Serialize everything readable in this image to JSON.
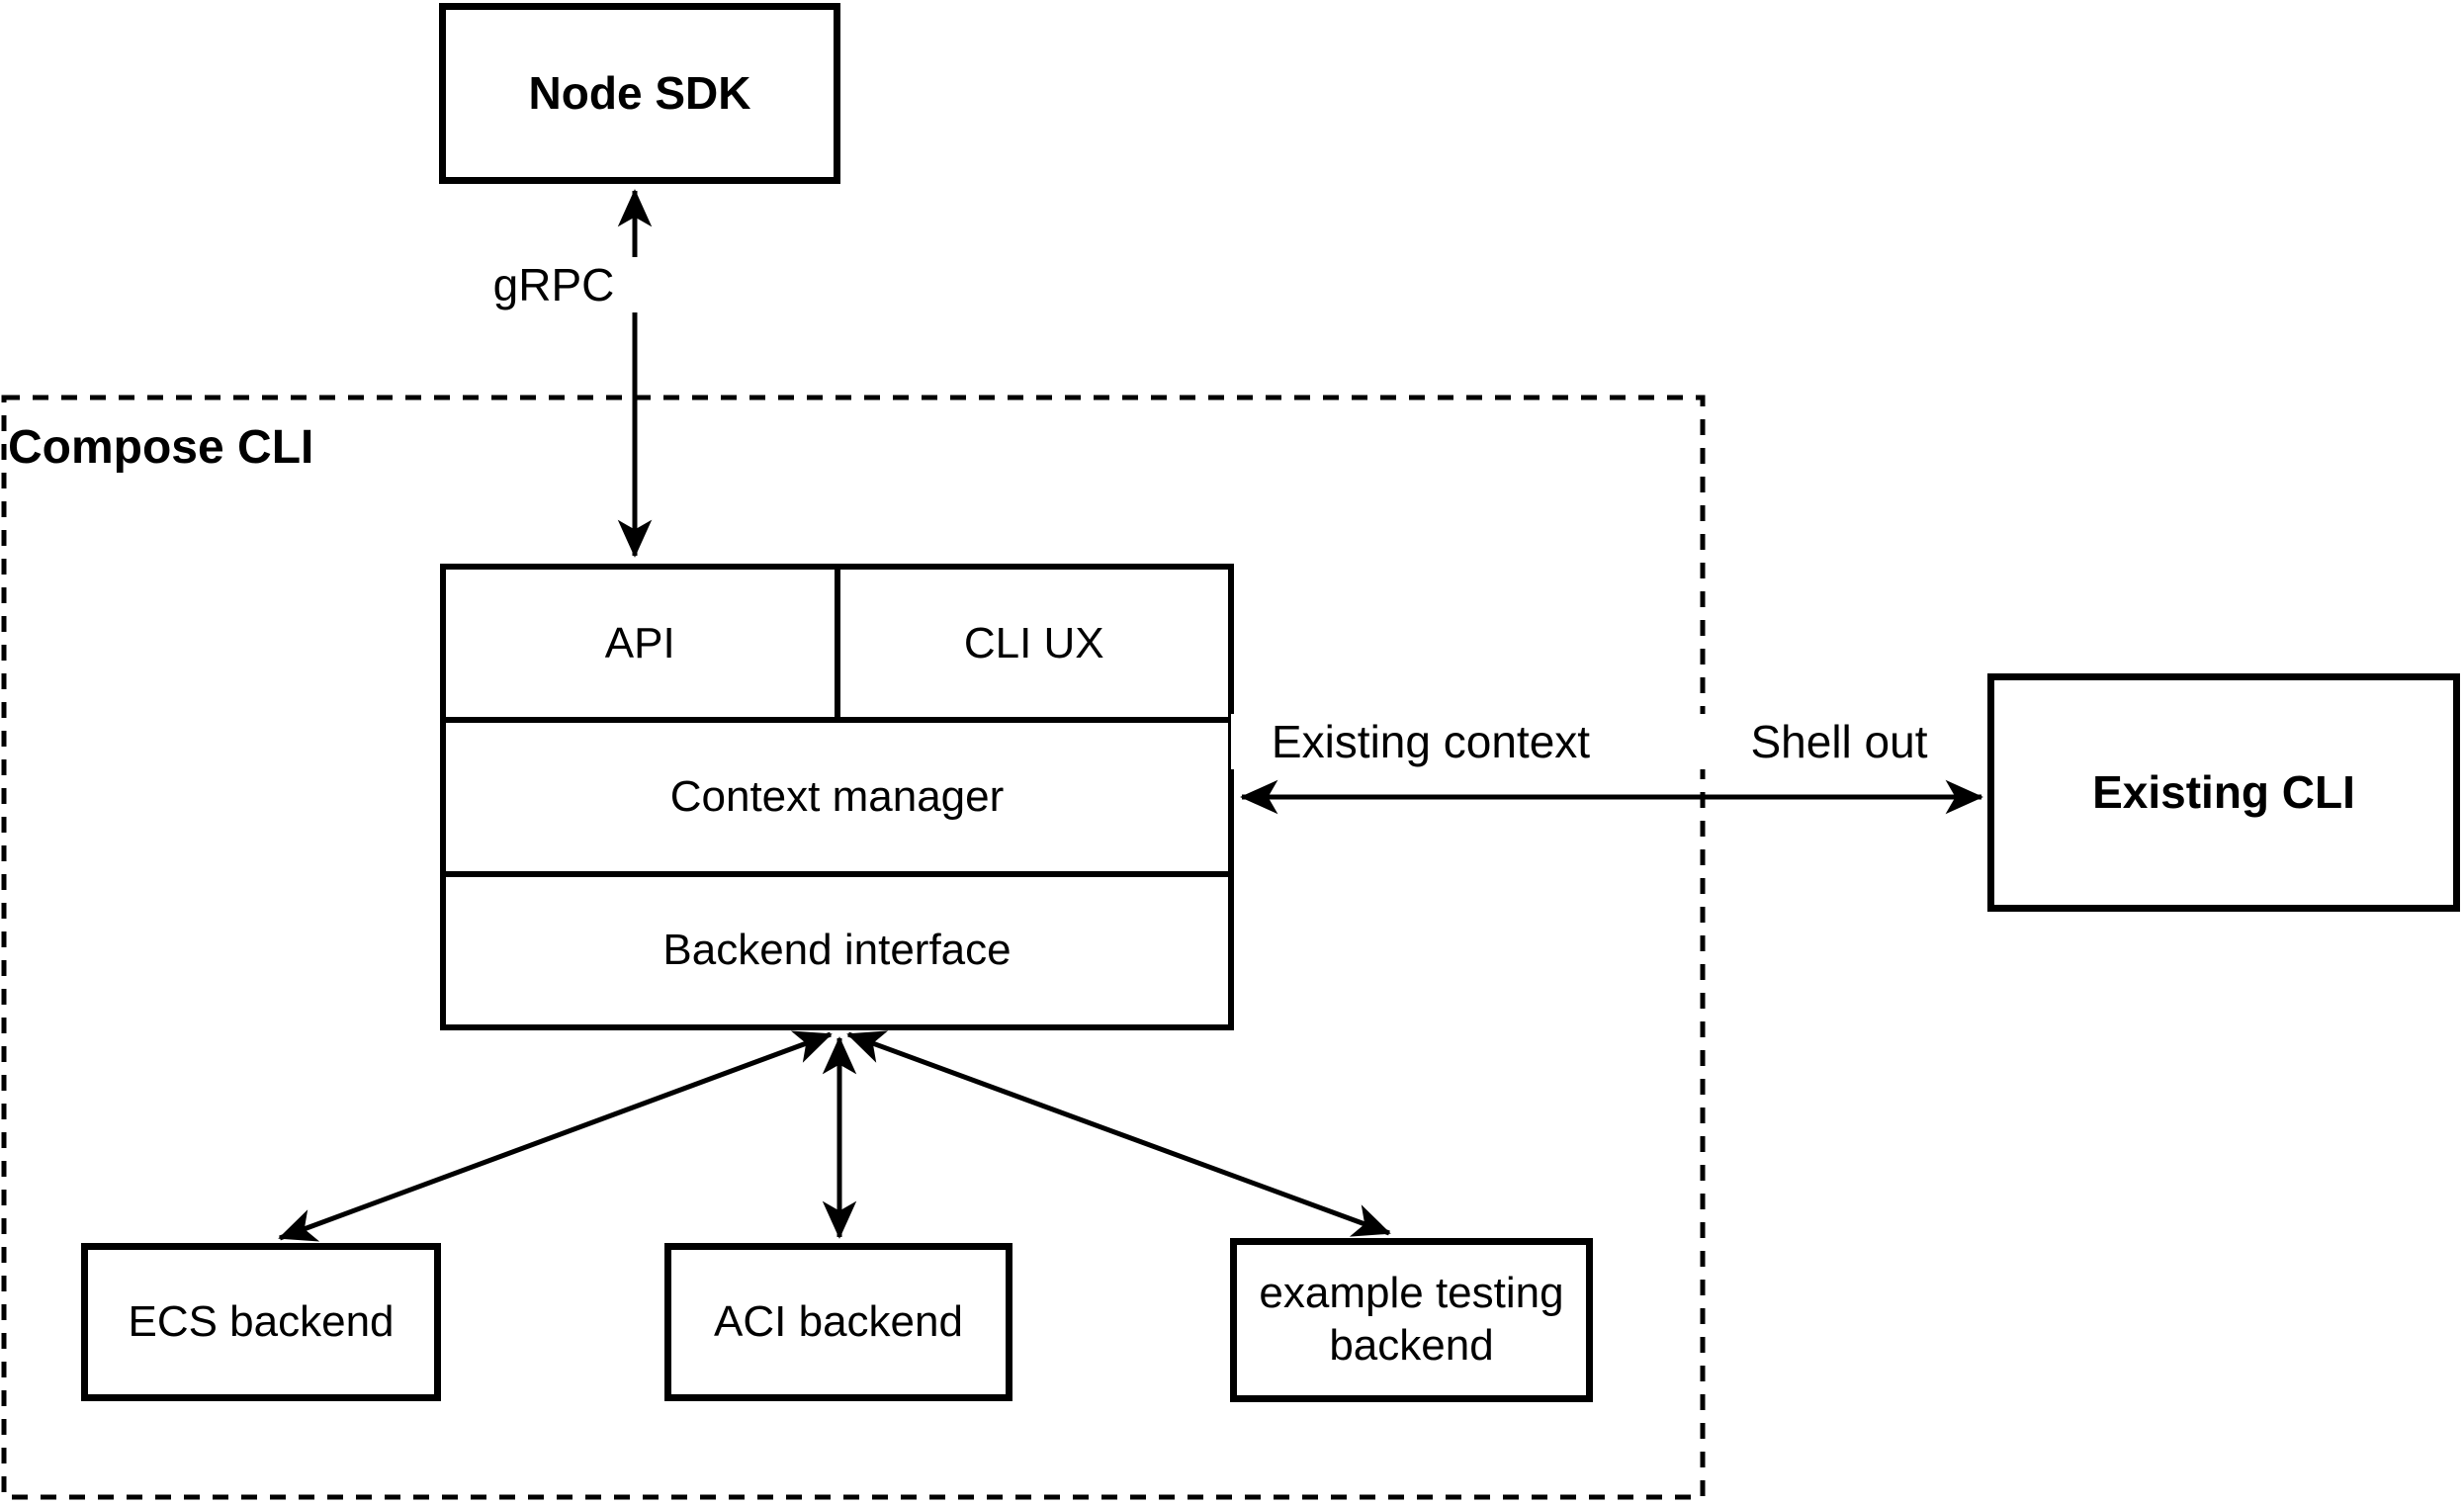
{
  "diagram_type": "architecture-diagram",
  "colors": {
    "stroke": "#000000",
    "background": "#ffffff",
    "text": "#000000"
  },
  "nodes": {
    "node_sdk": {
      "label": "Node SDK"
    },
    "compose_cli_container": {
      "label": "Compose CLI"
    },
    "api": {
      "label": "API"
    },
    "cli_ux": {
      "label": "CLI UX"
    },
    "context_manager": {
      "label": "Context manager"
    },
    "backend_interface": {
      "label": "Backend interface"
    },
    "ecs_backend": {
      "label": "ECS backend"
    },
    "aci_backend": {
      "label": "ACI backend"
    },
    "example_testing_backend": {
      "label": "example testing backend"
    },
    "existing_cli": {
      "label": "Existing CLI"
    }
  },
  "edge_labels": {
    "grpc": {
      "label": "gRPC"
    },
    "existing_context": {
      "label": "Existing context"
    },
    "shell_out": {
      "label": "Shell out"
    }
  },
  "edges": [
    {
      "from": "node_sdk",
      "to": "api",
      "label": "gRPC",
      "style": "double-headed-arrow"
    },
    {
      "from": "context_manager",
      "to": "existing_cli",
      "labels": [
        "Existing context",
        "Shell out"
      ],
      "style": "double-headed-arrow"
    },
    {
      "from": "backend_interface",
      "to": "ecs_backend",
      "style": "double-headed-arrow"
    },
    {
      "from": "backend_interface",
      "to": "aci_backend",
      "style": "double-headed-arrow"
    },
    {
      "from": "backend_interface",
      "to": "example_testing_backend",
      "style": "double-headed-arrow"
    }
  ]
}
